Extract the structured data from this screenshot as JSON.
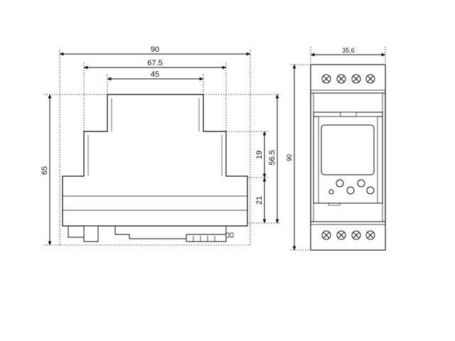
{
  "side_view": {
    "dimensions": {
      "width_total": "90",
      "width_middle": "67.5",
      "width_top": "45",
      "height_total": "65",
      "height_upper": "56.5",
      "step_upper": "19",
      "step_lower": "21"
    }
  },
  "front_view": {
    "dimensions": {
      "width": "35.6",
      "height": "90"
    }
  },
  "colors": {
    "line": "#111111",
    "housing_fill": "#f2f2f2",
    "terminal_fill": "#ffffff"
  }
}
